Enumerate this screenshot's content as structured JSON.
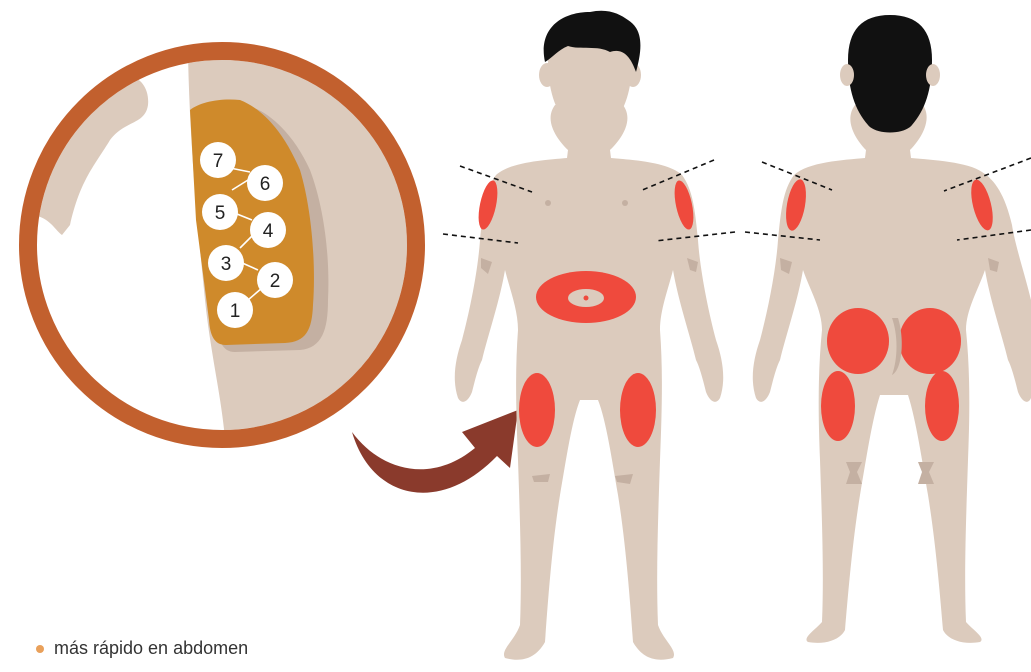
{
  "colors": {
    "skin": "#dccbbd",
    "skin_shadow": "#c4b0a2",
    "injection_zone": "#ef4a3d",
    "hair": "#111111",
    "magnifier_ring": "#c2602e",
    "rotation_patch": "#cf8a2b",
    "arrow": "#8a3a2c",
    "legend_dot": "#e9a05a"
  },
  "magnifier": {
    "rotation_sites": [
      "1",
      "2",
      "3",
      "4",
      "5",
      "6",
      "7"
    ]
  },
  "figures": [
    {
      "view": "front",
      "zones": [
        "upper-arm-left",
        "upper-arm-right",
        "abdomen",
        "thigh-left",
        "thigh-right"
      ]
    },
    {
      "view": "back",
      "zones": [
        "upper-arm-left",
        "upper-arm-right",
        "buttock-left",
        "buttock-right",
        "thigh-left",
        "thigh-right"
      ]
    }
  ],
  "legend": {
    "items": [
      {
        "label": "más rápido en abdomen",
        "dot_icon": "bullet-dot-icon"
      }
    ]
  }
}
